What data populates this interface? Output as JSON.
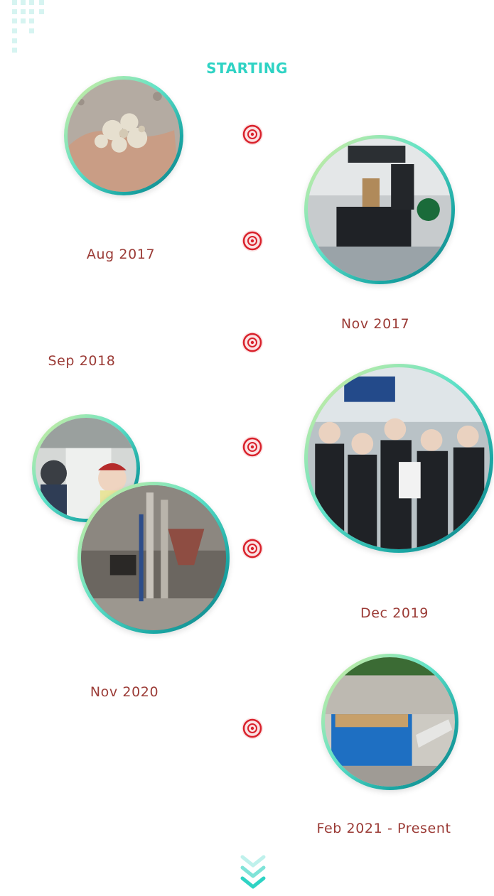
{
  "timeline": {
    "title": "STARTING",
    "events": [
      {
        "date": "Aug 2017",
        "photo": "handful-of-mortar-sample-photo"
      },
      {
        "date": "Nov 2017",
        "photo": "lab-compression-machine-photo"
      },
      {
        "date": "Sep 2018",
        "photo": "group-of-people-photo"
      },
      {
        "date": "Dec 2019",
        "photo": "factory-workers-photo"
      },
      {
        "date": "Nov 2020",
        "photo": "industrial-plant-photo"
      },
      {
        "date": "Feb 2021 - Present",
        "photo": "blue-container-site-photo"
      }
    ]
  },
  "colors": {
    "title": "#2fd3c4",
    "date": "#9b3b36",
    "marker": "#d9212b",
    "ring_start": "#e2ef9a",
    "ring_end": "#137d85"
  },
  "icons": {
    "marker": "target-circle-icon",
    "scroll": "double-chevron-down-icon",
    "decoration": "pixel-grid-decoration-icon"
  }
}
